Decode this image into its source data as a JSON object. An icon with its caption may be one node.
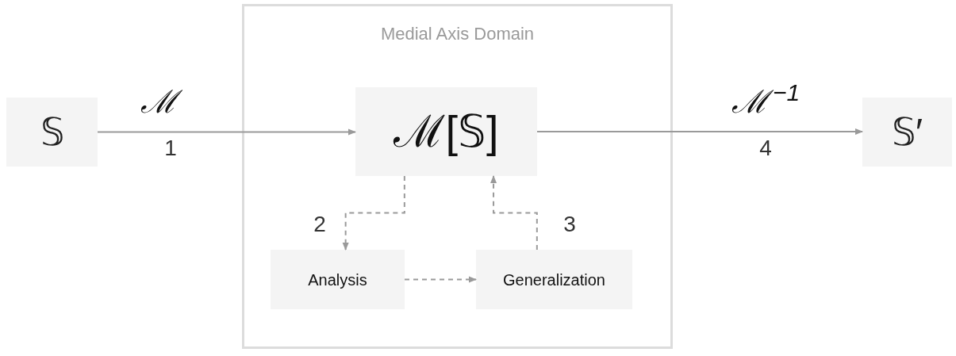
{
  "diagram": {
    "nodes": [
      {
        "text": [
          "Medial Axis Domain"
        ]
      },
      {
        "text": [
          "𝕊"
        ]
      },
      {
        "text": [
          "ℳ[𝕊]"
        ],
        "in": 0
      },
      {
        "text": [
          "Analysis"
        ],
        "in": 0
      },
      {
        "text": [
          "Generalization"
        ],
        "in": 0
      },
      {
        "text": [
          "𝕊′"
        ]
      }
    ],
    "edges": [
      {
        "from": 1,
        "to": 2,
        "arrow": "to",
        "label": "ℳ"
      },
      {
        "from": 2,
        "to": 3,
        "arrow": "to",
        "style": "dashed"
      },
      {
        "from": 3,
        "to": 4,
        "arrow": "to",
        "style": "dashed"
      },
      {
        "from": 4,
        "to": 2,
        "arrow": "to",
        "style": "dashed"
      },
      {
        "from": 2,
        "to": 5,
        "arrow": "to",
        "label": "ℳ$^{−1}$"
      }
    ],
    "labels": [
      "1",
      "2",
      "3",
      "4"
    ]
  }
}
